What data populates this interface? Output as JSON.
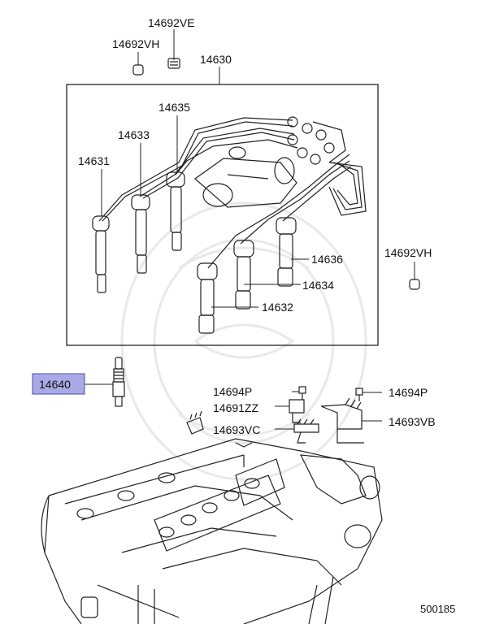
{
  "callouts": {
    "p14692VE": "14692VE",
    "p14692VH_top": "14692VH",
    "p14630": "14630",
    "p14635": "14635",
    "p14633": "14633",
    "p14631": "14631",
    "p14636": "14636",
    "p14634": "14634",
    "p14632": "14632",
    "p14692VH_right": "14692VH",
    "p14640": "14640",
    "p14694P_left": "14694P",
    "p14694P_right": "14694P",
    "p14691ZZ": "14691ZZ",
    "p14693VC": "14693VC",
    "p14693VB": "14693VB"
  },
  "diagram_id": "500185",
  "highlight_color": "#a9a9e6"
}
